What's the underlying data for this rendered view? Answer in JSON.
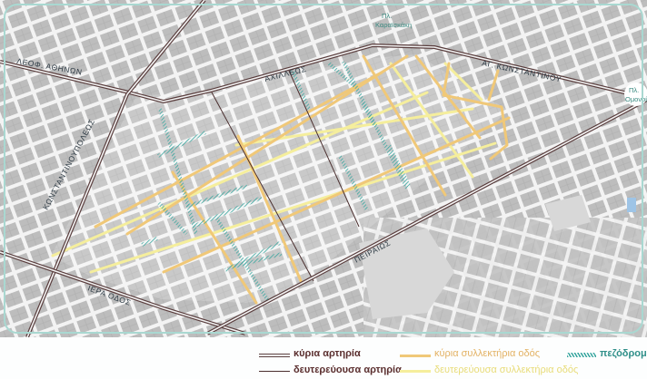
{
  "map": {
    "colors": {
      "background": "#cfcfcf",
      "block": "#bdbdbd",
      "street": "#f3f3f3",
      "frame": "#a9d8d1",
      "primary_arterial": "#5a3e3e",
      "secondary_arterial": "#4a2e2e",
      "main_collector": "#f0c878",
      "secondary_collector": "#f5ee9c",
      "pedestrian": "#3aa7a0"
    },
    "street_labels": {
      "athinon": "ΛΕΟΦ. ΑΘΗΝΩΝ",
      "konstantinoupoleos": "ΚΩΝΣΤΑΝΤΙΝΟΥΠΟΛΕΩΣ",
      "achilleos": "ΑΧΙΛΛΕΩΣ",
      "ag_konstantinou": "ΑΓ. ΚΩΝΣΤΑΝΤΙΝΟΥ",
      "peiraios": "ΠΕΙΡΑΙΩΣ",
      "iera_odos": "ΙΕΡΑ ΟΔΟΣ"
    },
    "places": {
      "karaiskaki_1": "Πλ.",
      "karaiskaki_2": "Καραϊσκάκη",
      "omonoias_1": "Πλ.",
      "omonoias_2": "Ομονοίας"
    }
  },
  "legend": {
    "primary_arterial": "κύρια αρτηρία",
    "secondary_arterial": "δευτερεύουσα αρτηρία",
    "main_collector": "κύρια συλλεκτήρια οδός",
    "secondary_collector": "δευτερεύουσα συλλεκτήρια οδός",
    "pedestrian": "πεζόδρομος"
  }
}
